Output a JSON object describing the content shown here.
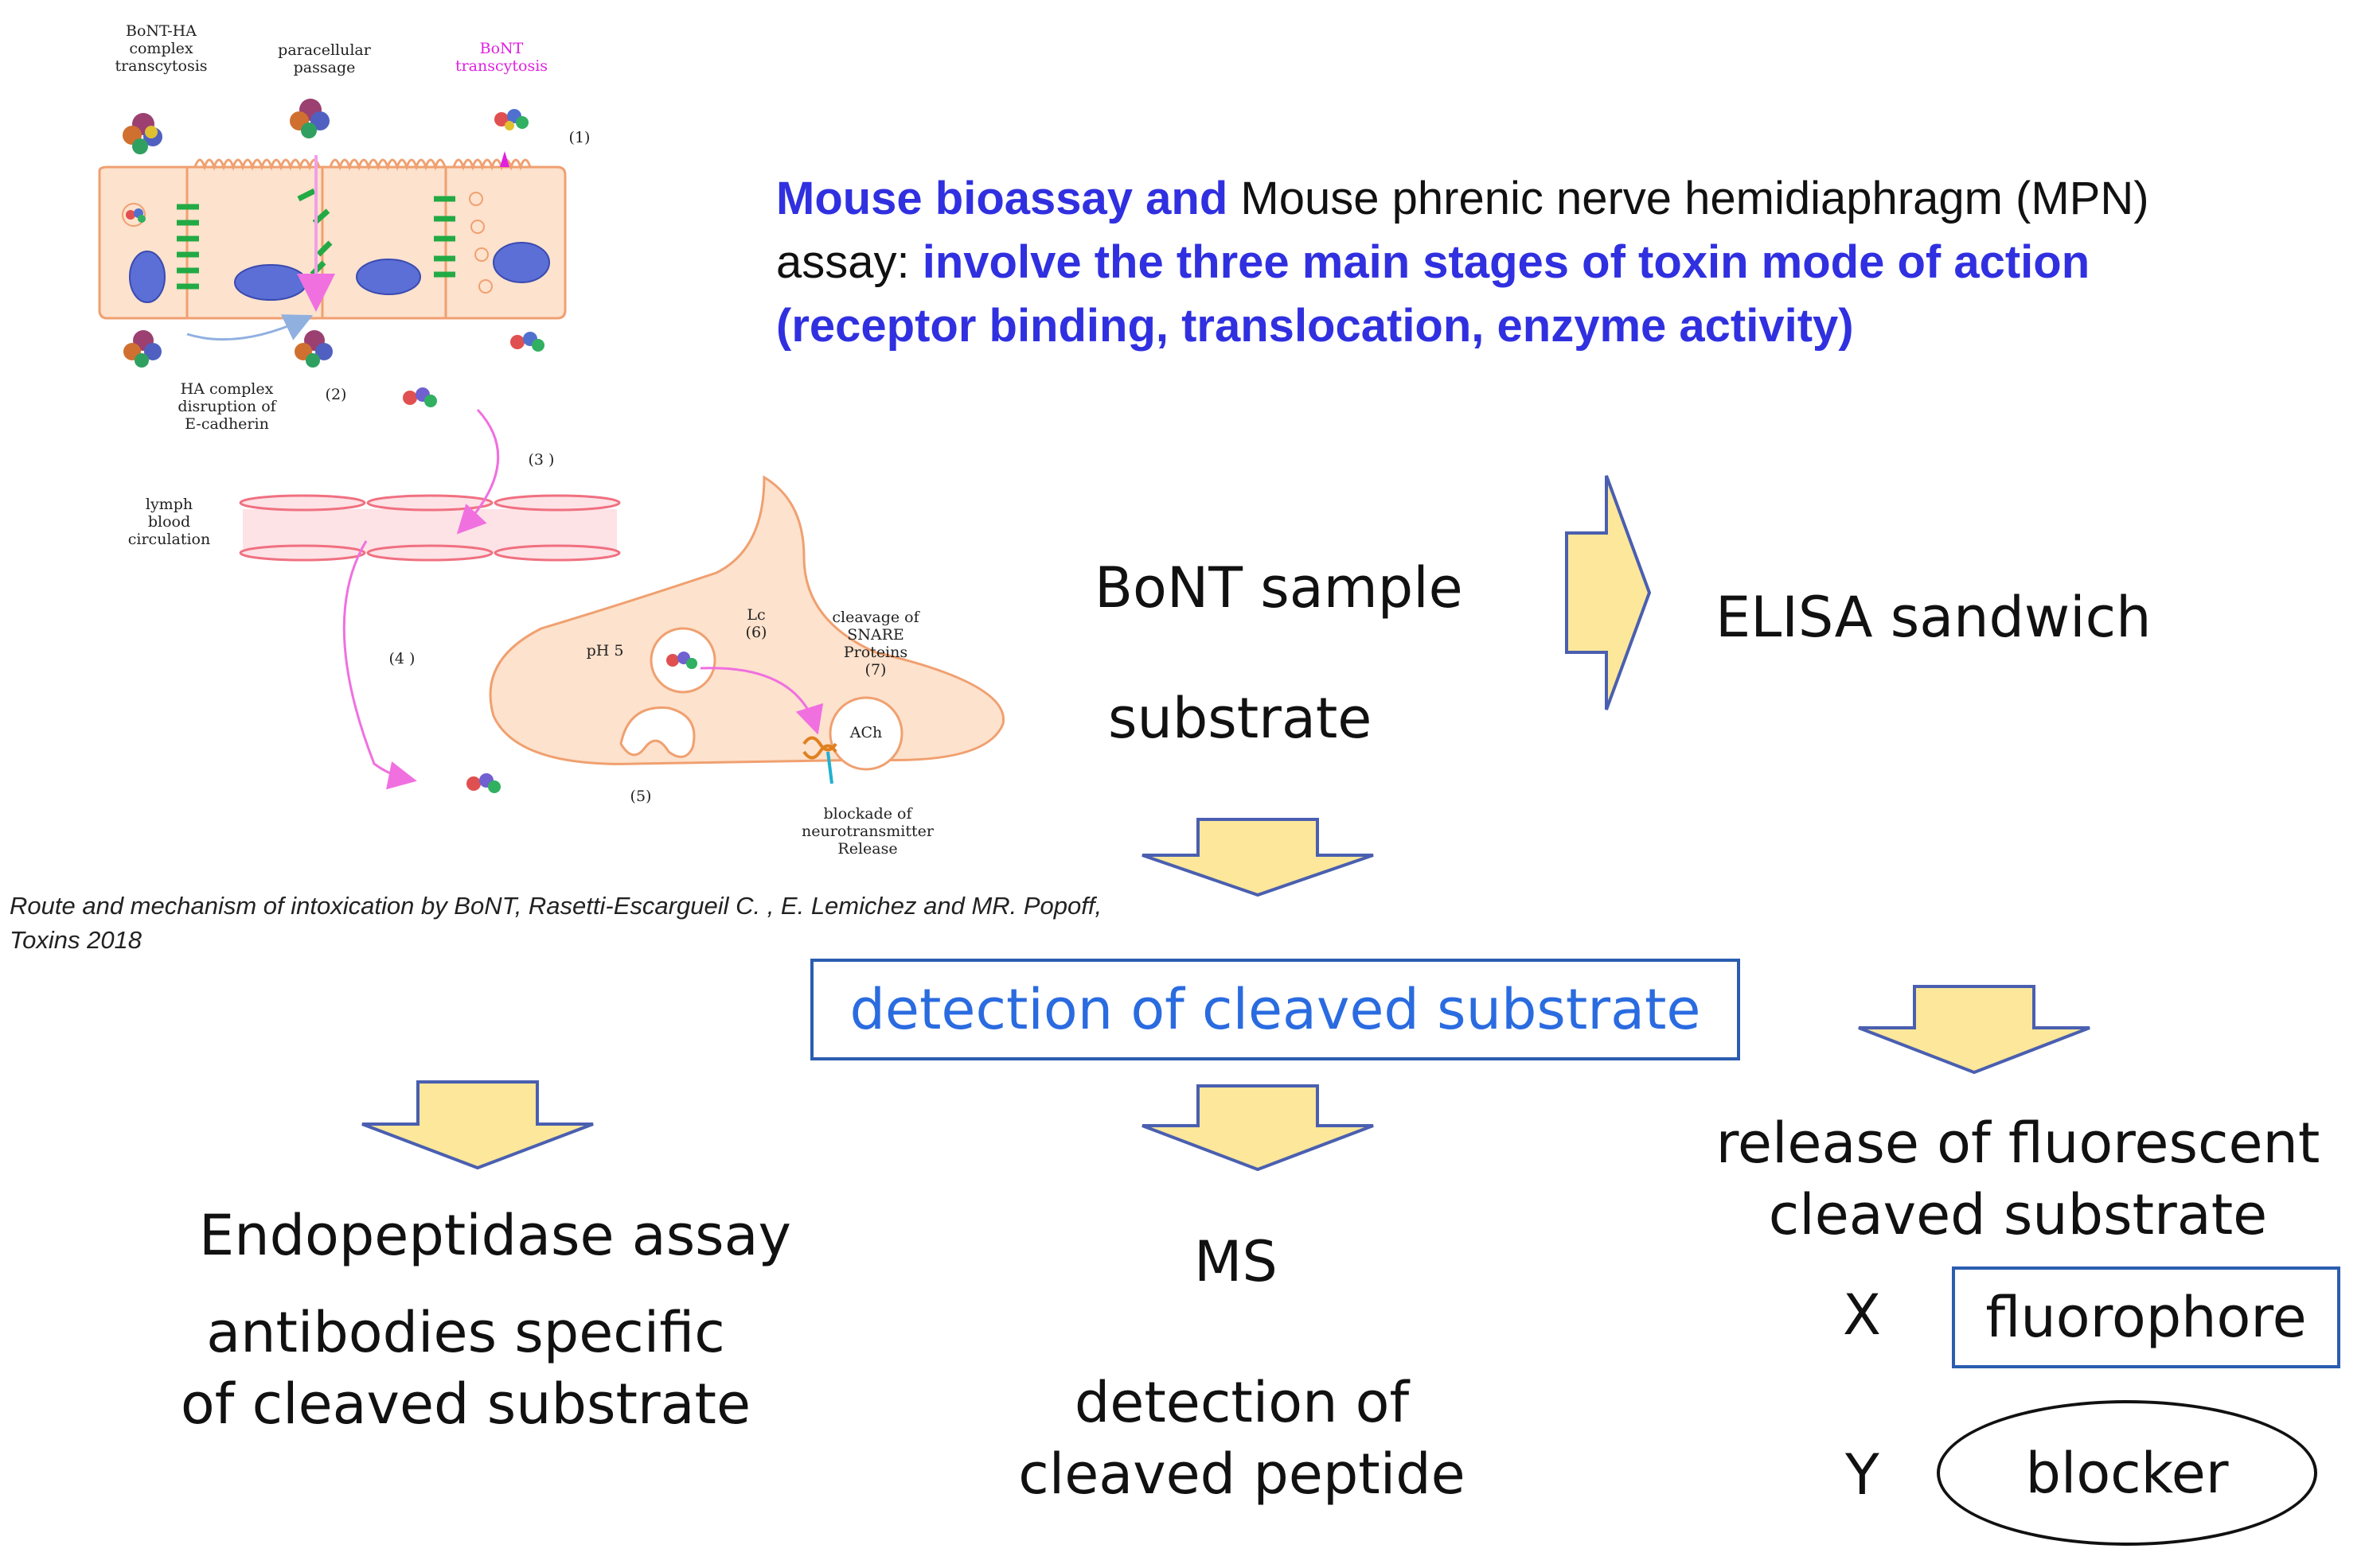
{
  "diagram": {
    "labels": {
      "bont_ha_transcytosis": "BoNT-HA\ncomplex\ntranscytosis",
      "paracellular_passage": "paracellular\npassage",
      "bont_transcytosis": "BoNT\ntranscytosis",
      "step1": "(1)",
      "ha_complex_disruption": "HA complex\ndisruption of\nE-cadherin",
      "step2": "(2)",
      "step3": "(3 )",
      "lymph_blood": "lymph\nblood\ncirculation",
      "step4": "(4 )",
      "ph5": "pH 5",
      "lc": "Lc\n(6)",
      "cleavage_snare": "cleavage of\nSNARE\nProteins\n(7)",
      "ach": "ACh",
      "step5": "(5)",
      "blockade": "blockade of\nneurotransmitter\nRelease"
    },
    "colors": {
      "cell_fill": "#fde2cd",
      "cell_stroke": "#f0a070",
      "nucleus": "#5b6fd6",
      "junction": "#22aa44",
      "vessel": "#f07080",
      "arrow_pink": "#f070e0",
      "arrow_blue": "#90b0e0",
      "magenta_text": "#e020e0"
    }
  },
  "citation": "Route and mechanism of intoxication by BoNT, Rasetti-Escargueil  C. , E. Lemichez and MR. Popoff, Toxins 2018",
  "intro": {
    "part1": "Mouse bioassay and",
    "part2": " Mouse phrenic nerve hemidiaphragm (MPN)",
    "part3": "assay: ",
    "part4": "involve the three main stages of toxin mode of action",
    "part5": "(receptor binding, translocation, enzyme activity)"
  },
  "flow": {
    "bont_sample": "BoNT sample",
    "substrate": "substrate",
    "elisa": "ELISA sandwich",
    "detection_box": "detection of cleaved substrate",
    "endopeptidase": "Endopeptidase assay",
    "antibodies": "antibodies specific\nof cleaved substrate",
    "ms": "MS",
    "detection_peptide": "detection of\ncleaved peptide",
    "release": "release of fluorescent\ncleaved substrate",
    "x_label": "X",
    "fluorophore": "fluorophore",
    "y_label": "Y",
    "blocker": "blocker"
  },
  "arrow_colors": {
    "fill": "#fce79a",
    "stroke": "#4a5fb0"
  }
}
